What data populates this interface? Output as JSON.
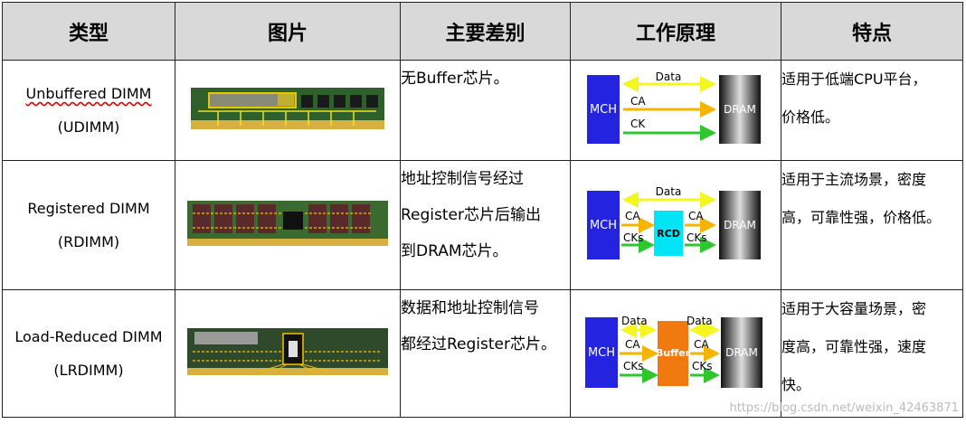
{
  "headers": [
    "类型",
    "图片",
    "主要差别",
    "工作原理",
    "特点"
  ],
  "rows": [
    {
      "type_name": "Unbuffered DIMM",
      "type_abbr": "(UDIMM)",
      "difference": [
        "无Buffer芯片。"
      ],
      "features": [
        "适用于低端CPU平台，",
        "价格低。"
      ],
      "diagram": {
        "mch": "MCH",
        "dram": "DRAM",
        "data": "Data",
        "ca": "CA",
        "ck": "CK"
      }
    },
    {
      "type_name": "Registered DIMM",
      "type_abbr": "(RDIMM)",
      "difference": [
        "地址控制信号经过",
        "Register芯片后输出",
        "到DRAM芯片。"
      ],
      "features": [
        "适用于主流场景，密度",
        "高，可靠性强，价格低。"
      ],
      "diagram": {
        "mch": "MCH",
        "dram": "DRAM",
        "data": "Data",
        "ca_left": "CA",
        "ca_right": "CA",
        "cks_left": "CKs",
        "cks_right": "CKs",
        "chip": "RCD"
      }
    },
    {
      "type_name": "Load-Reduced DIMM",
      "type_abbr": "(LRDIMM)",
      "difference": [
        "数据和地址控制信号",
        "都经过Register芯片。"
      ],
      "features": [
        "适用于大容量场景，密",
        "度高，可靠性强，速度",
        "快。"
      ],
      "diagram": {
        "mch": "MCH",
        "dram": "DRAM",
        "data_left": "Data",
        "data_right": "Data",
        "ca_left": "CA",
        "ca_right": "CA",
        "cks_left": "CKs",
        "cks_right": "CKs",
        "chip": "Buffer"
      }
    }
  ],
  "watermark": "https://blog.csdn.net/weixin_42463871",
  "colors": {
    "header_bg": "#d9d9d9",
    "mch": "#2323e0",
    "data_arrow": "#f5f520",
    "ca_arrow": "#f5b400",
    "ck_arrow": "#2ec82e",
    "rcd": "#00e5f5",
    "buffer": "#f07a10"
  }
}
